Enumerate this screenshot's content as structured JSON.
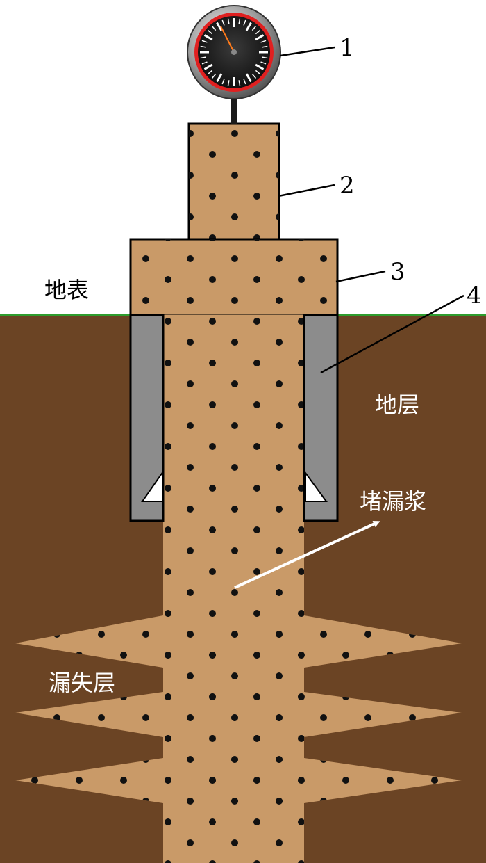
{
  "labels": {
    "callout_1": "1",
    "callout_2": "2",
    "callout_3": "3",
    "callout_4": "4",
    "surface": "地表",
    "formation": "地层",
    "plugging_slurry": "堵漏浆",
    "loss_zone": "漏失层"
  },
  "colors": {
    "background": "#ffffff",
    "formation": "#6b4424",
    "slurry": "#c99a68",
    "dot": "#111111",
    "casing": "#8c8c8c",
    "surface_line": "#2e9d2e",
    "gauge_ring": "#e02020",
    "gauge_face": "#1a1a1a",
    "arrow": "#ffffff"
  },
  "icons": {
    "gauge": "pressure-gauge-icon"
  }
}
